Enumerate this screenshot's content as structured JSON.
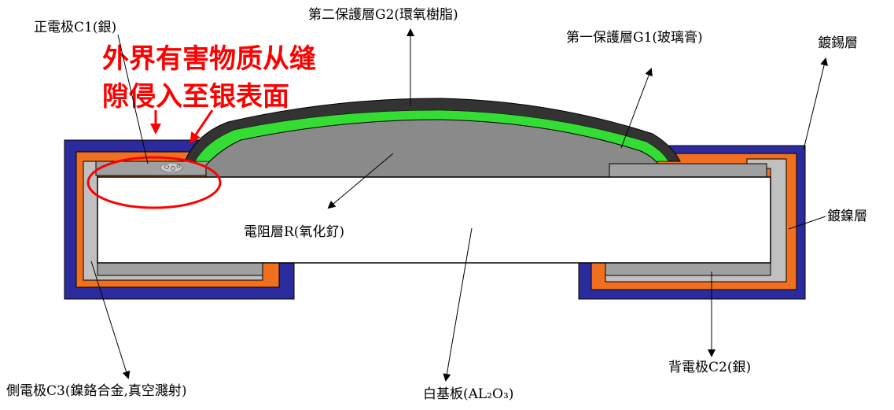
{
  "labels": {
    "c1": "正電极C1(銀)",
    "g2": "第二保護層G2(環氧樹脂)",
    "g1": "第一保護層G1(玻璃膏)",
    "tin": "鍍錫層",
    "nickel": "鍍鎳層",
    "resistor": "電阻層R(氧化釕)",
    "c3": "側電极C3(鎳鉻合金,真空濺射)",
    "substrate": "白基板(AL₂O₃)",
    "c2": "背電极C2(銀)"
  },
  "annotation": {
    "line1": "外界有害物质从缝",
    "line2": "隙侵入至银表面"
  },
  "colors": {
    "tin_layer": "#2b2b9e",
    "nickel_layer": "#f07020",
    "side_electrode": "#c0c0c0",
    "electrode": "#a0a0a0",
    "epoxy": "#333333",
    "glass": "#33dd33",
    "resistor": "#8a8a8a",
    "substrate": "#ffffff",
    "annotation": "#ff0000"
  }
}
